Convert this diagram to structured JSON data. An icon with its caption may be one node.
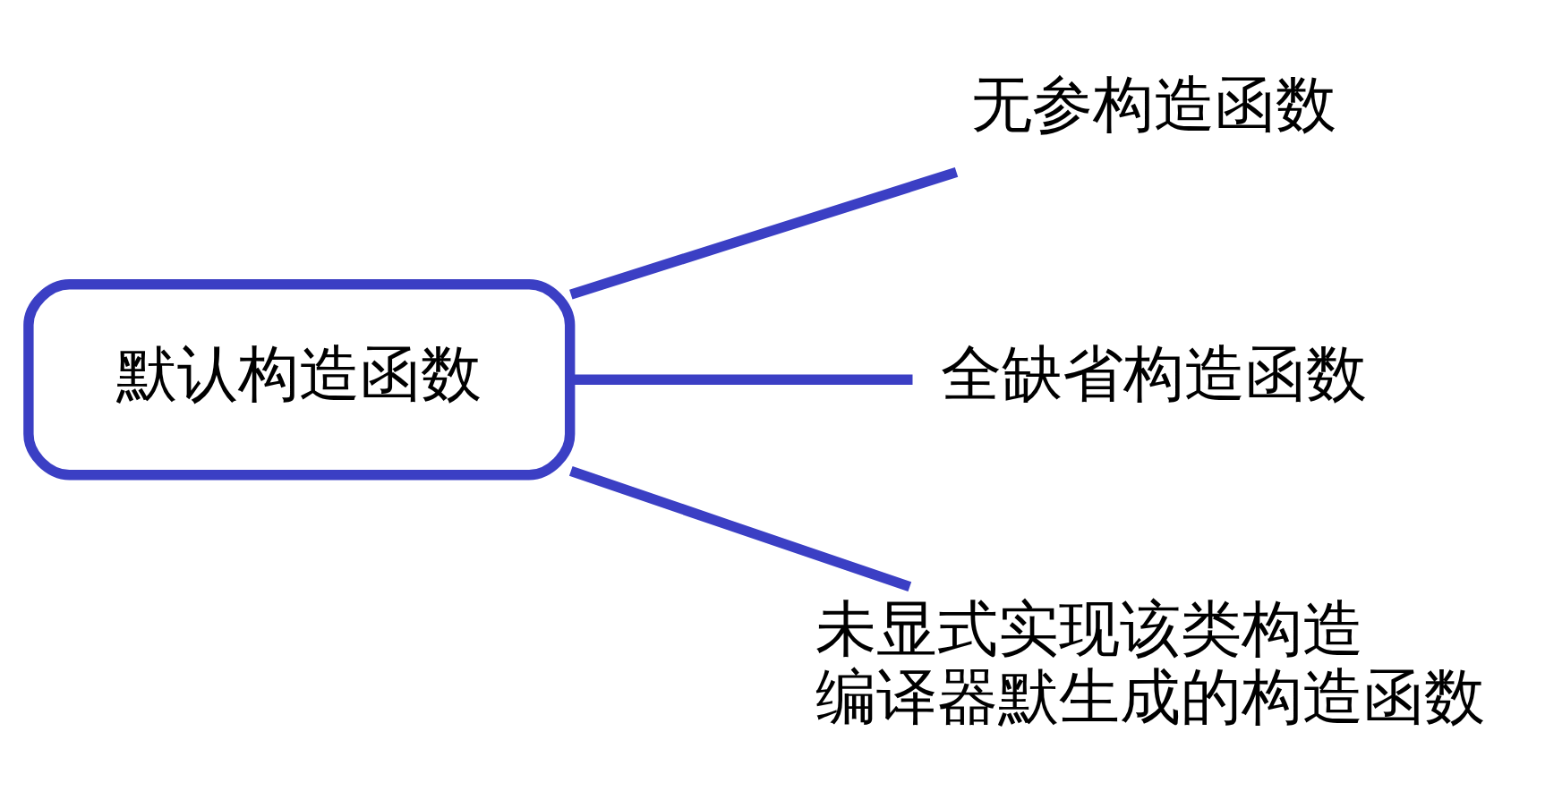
{
  "diagram": {
    "nodes": [
      {
        "text": [
          "默认构造函数"
        ]
      },
      {
        "text": [
          "无参构造函数"
        ]
      },
      {
        "text": [
          "全缺省构造函数"
        ]
      },
      {
        "text": [
          "未显式实现该类构造编译器默生成的构造函数"
        ]
      }
    ],
    "edges": [
      {
        "from": 0,
        "to": 1,
        "arrow": "none"
      },
      {
        "from": 0,
        "to": 2,
        "arrow": "none"
      },
      {
        "from": 0,
        "to": 3,
        "arrow": "none"
      }
    ]
  }
}
